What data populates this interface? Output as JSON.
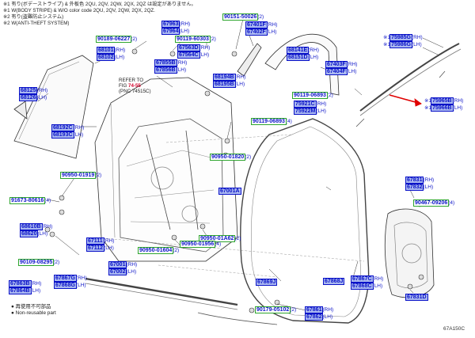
{
  "notes": {
    "line1": "※1 有り(ボデーストライプ) & 外板色 2QU, 2QV, 2QW, 2QX, 2QZ は設定がありません。",
    "line2": "※1 W(BODY STRIPE) & W/O color code 2QU, 2QV, 2QW, 2QX, 2QZ.",
    "line3": "※2 有り(盗難防止システム)",
    "line4": "※2 W(ANTI-THEFT SYSTEM)"
  },
  "reference": {
    "prefix": "REFER TO",
    "fig_label": "FIG",
    "fig_link": "74-55",
    "pnc": "(PNC 74515C)"
  },
  "legend": {
    "reusable": "再使用不可部品",
    "non_reusable": "Non-reusable part"
  },
  "figure_id": "67A150C",
  "colors": {
    "label_fill": "#aab8f0",
    "label_text": "#0a12c8",
    "bolt_border": "#2ea52e",
    "highlight": "#e00000",
    "reference_link": "#d4002a"
  },
  "parts": {
    "p90189_06227": {
      "pn": "90189-06227",
      "sfx": "(2)"
    },
    "p67963": {
      "pn": "67963",
      "sfx": "(RH)"
    },
    "p67964": {
      "pn": "67964",
      "sfx": "(LH)"
    },
    "p90151_50026": {
      "pn": "90151-50026",
      "sfx": "(2)"
    },
    "p67401f": {
      "pn": "67401F",
      "sfx": "(RH)"
    },
    "p67402f": {
      "pn": "67402F",
      "sfx": "(LH)"
    },
    "p90119_60303": {
      "pn": "90119-60303",
      "sfx": "(2)"
    },
    "p67563d": {
      "pn": "67563D",
      "sfx": "(RH)"
    },
    "p67564c": {
      "pn": "67564C",
      "sfx": "(LH)"
    },
    "p68101": {
      "pn": "68101",
      "sfx": "(RH)"
    },
    "p68102": {
      "pn": "68102",
      "sfx": "(LH)"
    },
    "p67855b": {
      "pn": "67855B",
      "sfx": "(RH)"
    },
    "p67856b": {
      "pn": "67856B",
      "sfx": "(LH)"
    },
    "p68194b": {
      "pn": "68194B",
      "sfx": "(RH)"
    },
    "p68195b": {
      "pn": "68195B",
      "sfx": "(LH)"
    },
    "p68125": {
      "pn": "68125",
      "sfx": "(RH)"
    },
    "p68126": {
      "pn": "68126",
      "sfx": "(LH)"
    },
    "p68141e": {
      "pn": "68141E",
      "sfx": "(RH)"
    },
    "p68151d": {
      "pn": "68151D",
      "sfx": "(LH)"
    },
    "p67403f": {
      "pn": "67403F",
      "sfx": "(RH)"
    },
    "p67404f": {
      "pn": "67404F",
      "sfx": "(LH)"
    },
    "p75985g": {
      "pn": "75985G",
      "sfx": "(RH)",
      "mark": "※1"
    },
    "p75986g": {
      "pn": "75986G",
      "sfx": "(LH)",
      "mark": "※1"
    },
    "p75965b": {
      "pn": "75965B",
      "sfx": "(RH)",
      "mark": "※1"
    },
    "p75966b": {
      "pn": "75966B",
      "sfx": "(LH)",
      "mark": "※1"
    },
    "p90119_06893a": {
      "pn": "90119-06893",
      "sfx": "(2)"
    },
    "p75921c": {
      "pn": "75921C",
      "sfx": "(RH)"
    },
    "p75922m": {
      "pn": "75922M",
      "sfx": "(LH)"
    },
    "p90119_06893b": {
      "pn": "90119-06893",
      "sfx": "(4)"
    },
    "p68192c": {
      "pn": "68192C",
      "sfx": "(RH)"
    },
    "p68193c": {
      "pn": "68193C",
      "sfx": "(LH)"
    },
    "p90950_01820": {
      "pn": "90950-01820",
      "sfx": "(2)"
    },
    "p90950_01919": {
      "pn": "90950-01919",
      "sfx": "(2)"
    },
    "p67001a": {
      "pn": "67001A",
      "sfx": ""
    },
    "p91673_80616": {
      "pn": "91673-80616",
      "sfx": "(4)"
    },
    "p67831": {
      "pn": "67831",
      "sfx": "(RH)"
    },
    "p67832": {
      "pn": "67832",
      "sfx": "(LH)"
    },
    "p90467_09206": {
      "pn": "90467-09206",
      "sfx": "(4)"
    },
    "p68610b": {
      "pn": "68610B",
      "sfx": "(RH)"
    },
    "p68620": {
      "pn": "68620",
      "sfx": "(LH)"
    },
    "p67111": {
      "pn": "67111",
      "sfx": "(RH)"
    },
    "p67112": {
      "pn": "67112",
      "sfx": "(LH)"
    },
    "p90950_01a62": {
      "pn": "90950-01A62",
      "sfx": "(2)"
    },
    "p90950_01956": {
      "pn": "90950-01956",
      "sfx": "(4)"
    },
    "p90950_01604": {
      "pn": "90950-01604",
      "sfx": "(2)"
    },
    "p90109_08295": {
      "pn": "90109-08295",
      "sfx": "(2)"
    },
    "p67001": {
      "pn": "67001",
      "sfx": "(RH)"
    },
    "p67002": {
      "pn": "67002",
      "sfx": "(LH)"
    },
    "p67863b": {
      "pn": "67863B",
      "sfx": "(RH)"
    },
    "p67864b": {
      "pn": "67864B",
      "sfx": "(LH)"
    },
    "p67867g": {
      "pn": "67867G",
      "sfx": "(RH)"
    },
    "p67868g": {
      "pn": "67868G",
      "sfx": "(LH)"
    },
    "p67869j": {
      "pn": "67869J",
      "sfx": ""
    },
    "p67868j": {
      "pn": "67868J",
      "sfx": ""
    },
    "p67867c": {
      "pn": "67867C",
      "sfx": "(RH)"
    },
    "p67868c": {
      "pn": "67868C",
      "sfx": "(LH)"
    },
    "p90179_05102": {
      "pn": "90179-05102",
      "sfx": "(2)"
    },
    "p67861": {
      "pn": "67861",
      "sfx": "(RH)"
    },
    "p67862": {
      "pn": "67862",
      "sfx": "(LH)"
    },
    "p67831d": {
      "pn": "67831D",
      "sfx": ""
    }
  }
}
